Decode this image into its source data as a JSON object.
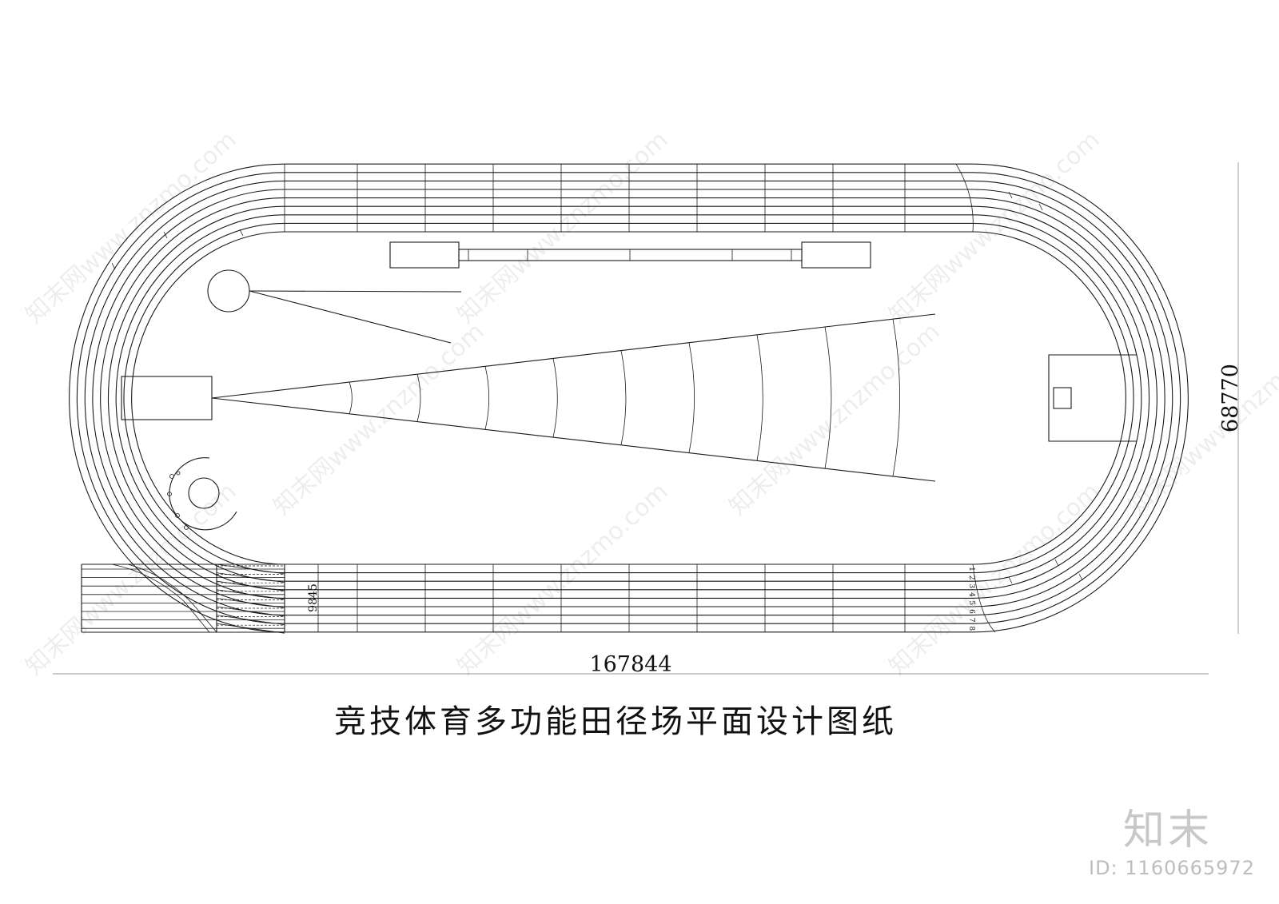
{
  "dimensions": {
    "overall_length": "167844",
    "overall_width": "68770",
    "straight_width": "9845"
  },
  "lane_numbers": [
    "1",
    "2",
    "3",
    "4",
    "5",
    "6",
    "7",
    "8"
  ],
  "title": "竞技体育多功能田径场平面设计图纸",
  "watermark": {
    "logo": "知末",
    "id": "ID: 1160665972",
    "site": "知末网www.znzmo.com"
  }
}
